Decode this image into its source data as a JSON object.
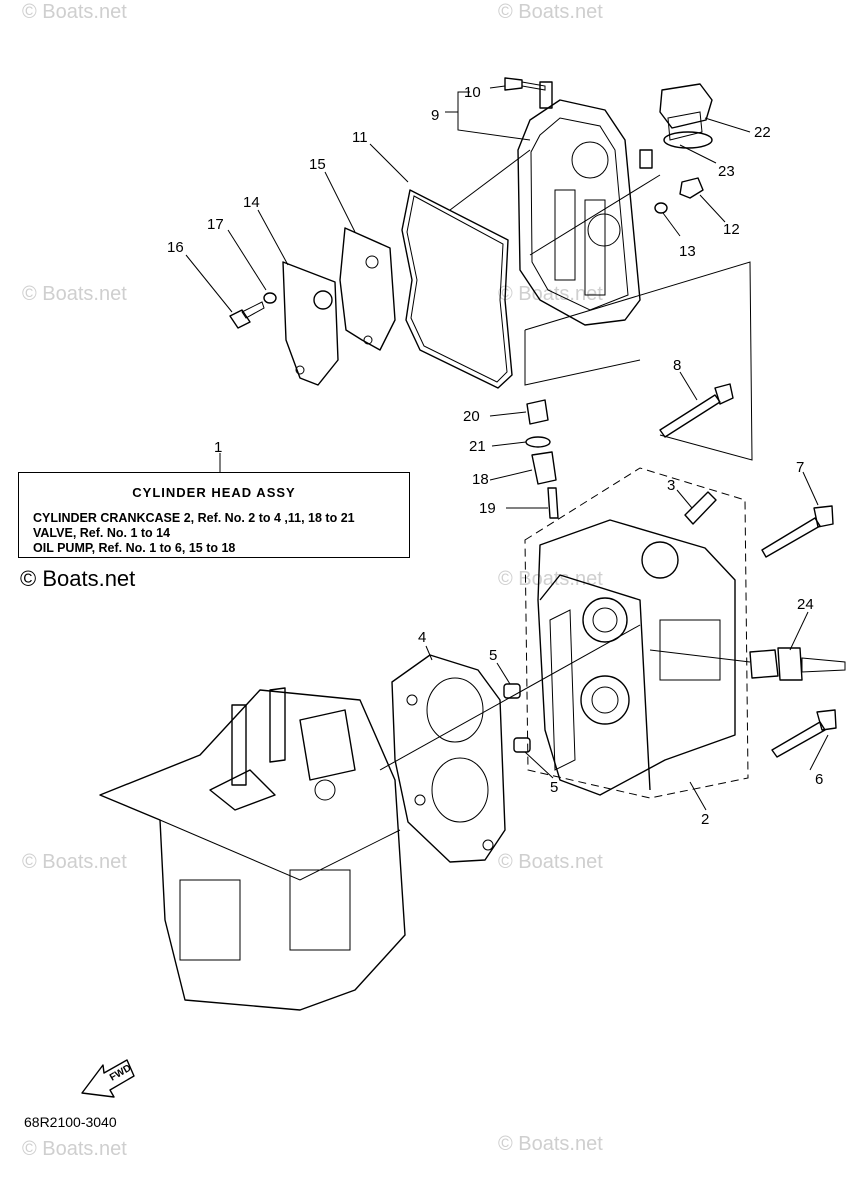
{
  "watermark": {
    "text": "© Boats.net",
    "prominent_text": "© Boats.net"
  },
  "assy_box": {
    "callout": "1",
    "title": "CYLINDER HEAD ASSY",
    "lines": [
      "CYLINDER CRANKCASE 2,  Ref. No. 2 to 4 ,11, 18 to 21",
      "VALVE,  Ref. No. 1 to 14",
      "OIL PUMP,  Ref. No. 1 to 6, 15 to 18"
    ]
  },
  "callouts": {
    "c2": "2",
    "c3": "3",
    "c4": "4",
    "c5a": "5",
    "c5b": "5",
    "c6": "6",
    "c7": "7",
    "c8": "8",
    "c9": "9",
    "c10": "10",
    "c11": "11",
    "c12": "12",
    "c13": "13",
    "c14": "14",
    "c15": "15",
    "c16": "16",
    "c17": "17",
    "c18": "18",
    "c19": "19",
    "c20": "20",
    "c21": "21",
    "c22": "22",
    "c23": "23",
    "c24": "24"
  },
  "fwd_label": "FWD",
  "part_number": "68R2100-3040"
}
